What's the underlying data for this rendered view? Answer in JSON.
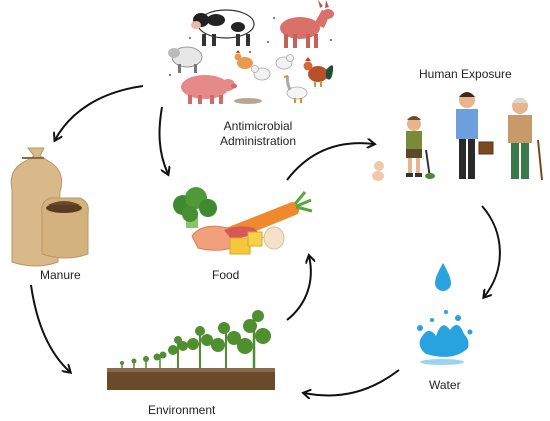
{
  "labels": {
    "administration_line1": "Antimicrobial",
    "administration_line2": "Administration",
    "human_exposure": "Human Exposure",
    "manure": "Manure",
    "food": "Food",
    "water": "Water",
    "environment": "Environment"
  },
  "icons": {
    "animals": "farm-animals-icon",
    "manure": "manure-sacks-icon",
    "food": "food-icon",
    "humans": "people-icon",
    "water": "water-splash-icon",
    "environment": "soil-plants-icon"
  },
  "colors": {
    "arrow": "#111111",
    "soil": "#6b4a2b",
    "plant": "#4f8f2f",
    "water": "#29a3e0",
    "sack": "#d9b98a"
  }
}
